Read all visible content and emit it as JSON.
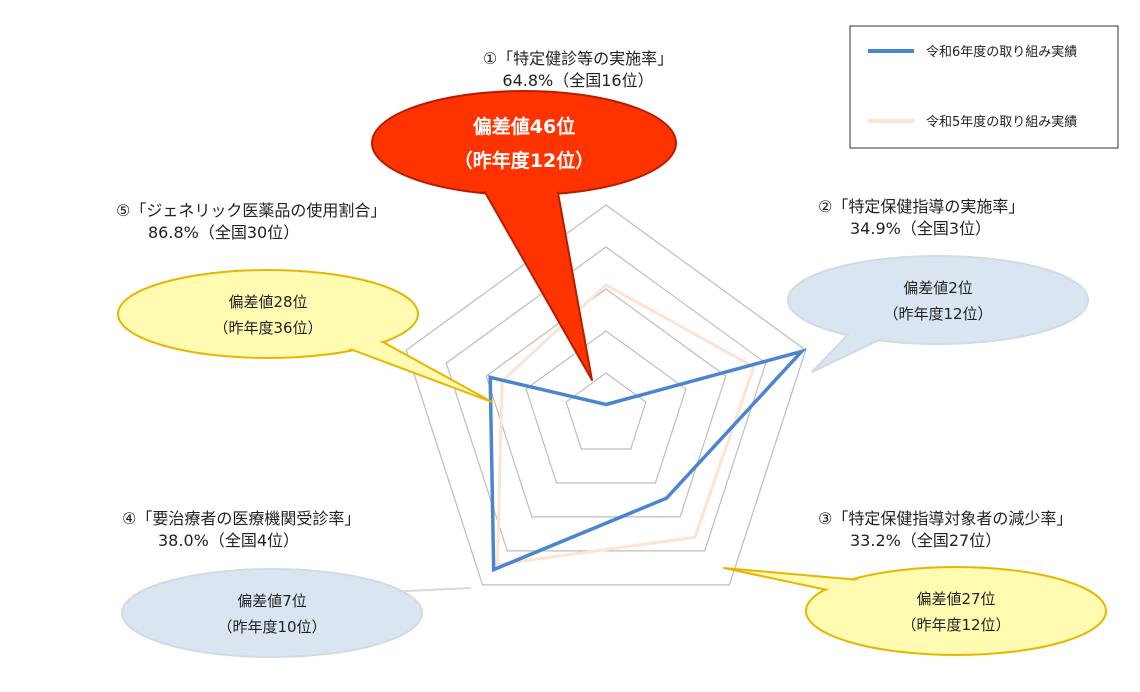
{
  "chart_data": {
    "type": "radar",
    "axes": [
      {
        "id": "1",
        "label": "①「特定健診等の実施率」",
        "sub": "64.8%（全国16位）",
        "callout": [
          "偏差値46位",
          "（昨年度12位）"
        ],
        "callout_color": "#ff3300"
      },
      {
        "id": "2",
        "label": "②「特定保健指導の実施率」",
        "sub": "34.9%（全国3位）",
        "callout": [
          "偏差値2位",
          "（昨年度12位）"
        ],
        "callout_color": "#d9e6f2"
      },
      {
        "id": "3",
        "label": "③「特定保健指導対象者の減少率」",
        "sub": "33.2%（全国27位）",
        "callout": [
          "偏差値27位",
          "（昨年度12位）"
        ],
        "callout_color": "#fffbb0"
      },
      {
        "id": "4",
        "label": "④「要治療者の医療機関受診率」",
        "sub": "38.0%（全国4位）",
        "callout": [
          "偏差値7位",
          "（昨年度10位）"
        ],
        "callout_color": "#d9e6f2"
      },
      {
        "id": "5",
        "label": "⑤「ジェネリック医薬品の使用割合」",
        "sub": "86.8%（全国30位）",
        "callout": [
          "偏差値28位",
          "（昨年度36位）"
        ],
        "callout_color": "#fffbb0"
      }
    ],
    "rmax": 5,
    "grid_rings": 5,
    "series": [
      {
        "name": "令和6年度の取り組み実績",
        "color": "#4a86d0",
        "values": [
          0.25,
          4.9,
          2.45,
          4.55,
          2.9
        ]
      },
      {
        "name": "令和5年度の取り組み実績",
        "color": "#fde4d2",
        "values": [
          3.1,
          3.7,
          3.6,
          4.4,
          2.6
        ]
      }
    ],
    "legend_position": "top-right"
  }
}
